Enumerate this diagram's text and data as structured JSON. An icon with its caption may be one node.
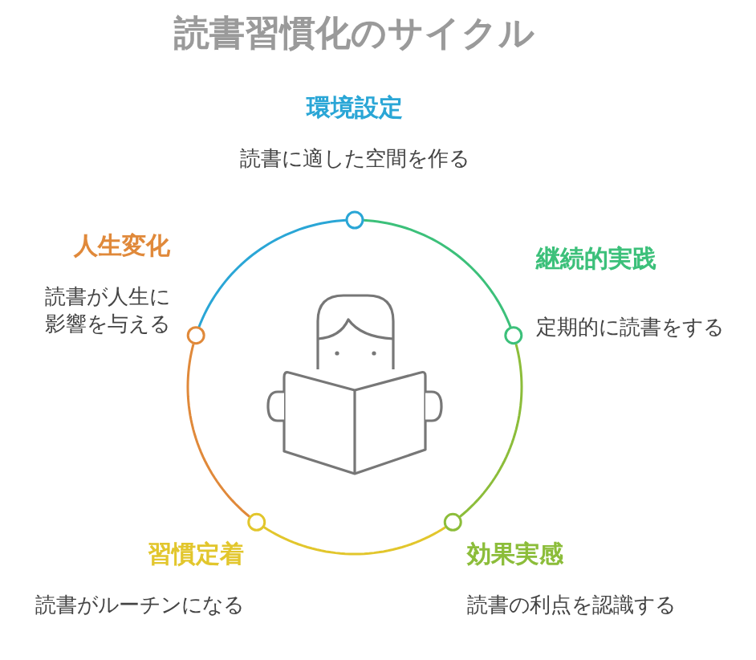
{
  "diagram": {
    "title": "読書習慣化のサイクル",
    "nodes": [
      {
        "text": [],
        "shape": "circle",
        "beside": [
          "環境設定",
          "読書に適した空間を作る"
        ]
      },
      {
        "text": [],
        "shape": "circle",
        "beside": [
          "継続的実践",
          "定期的に読書をする"
        ]
      },
      {
        "text": [],
        "shape": "circle",
        "beside": [
          "効果実感",
          "読書の利点を認識する"
        ]
      },
      {
        "text": [],
        "shape": "circle",
        "beside": [
          "習慣定着",
          "読書がルーチンになる"
        ]
      },
      {
        "text": [],
        "shape": "circle",
        "beside": [
          "人生変化",
          "読書が人生に影響を与える"
        ]
      }
    ],
    "edges": [
      {
        "from": 0,
        "to": 1,
        "arrow": "none",
        "color": "#3cc07a"
      },
      {
        "from": 1,
        "to": 2,
        "arrow": "none",
        "color": "#8cbd3a"
      },
      {
        "from": 2,
        "to": 3,
        "arrow": "none",
        "color": "#e2c62c"
      },
      {
        "from": 3,
        "to": 4,
        "arrow": "none",
        "color": "#e0893a"
      },
      {
        "from": 4,
        "to": 0,
        "arrow": "none",
        "color": "#2aa6d6"
      }
    ]
  }
}
